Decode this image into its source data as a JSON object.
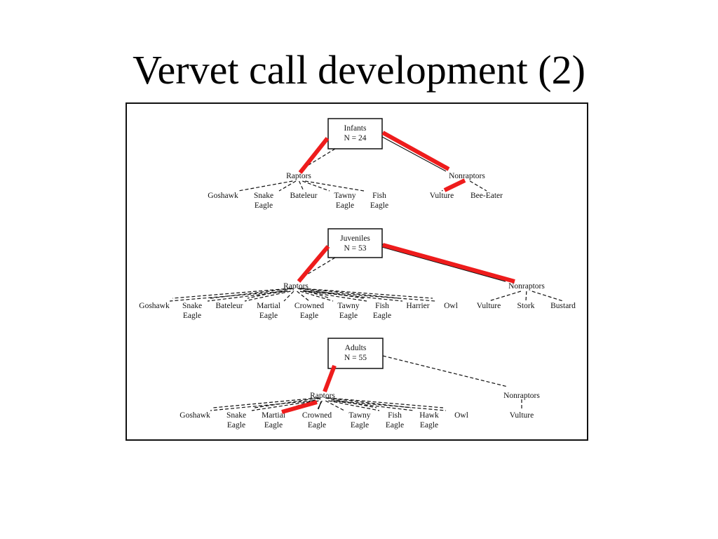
{
  "slide": {
    "title": "Vervet call development (2)"
  },
  "colors": {
    "highlight": "#ee1c1c",
    "ink": "#111111"
  },
  "panels": [
    {
      "group": [
        "Infants",
        "N = 24"
      ],
      "raptors_label": "Raptors",
      "raptors": [
        [
          "Goshawk"
        ],
        [
          "Snake",
          "Eagle"
        ],
        [
          "Bateleur"
        ],
        [
          "Tawny",
          "Eagle"
        ],
        [
          "Fish",
          "Eagle"
        ]
      ],
      "nonraptors_label": "Nonraptors",
      "nonraptors": [
        [
          "Vulture"
        ],
        [
          "Bee-Eater"
        ]
      ]
    },
    {
      "group": [
        "Juveniles",
        "N = 53"
      ],
      "raptors_label": "Raptors",
      "raptors": [
        [
          "Goshawk"
        ],
        [
          "Snake",
          "Eagle"
        ],
        [
          "Bateleur"
        ],
        [
          "Martial",
          "Eagle"
        ],
        [
          "Crowned",
          "Eagle"
        ],
        [
          "Tawny",
          "Eagle"
        ],
        [
          "Fish",
          "Eagle"
        ],
        [
          "Harrier"
        ],
        [
          "Owl"
        ]
      ],
      "nonraptors_label": "Nonraptors",
      "nonraptors": [
        [
          "Vulture"
        ],
        [
          "Stork"
        ],
        [
          "Bustard"
        ]
      ]
    },
    {
      "group": [
        "Adults",
        "N = 55"
      ],
      "raptors_label": "Raptors",
      "raptors": [
        [
          "Goshawk"
        ],
        [
          "Snake",
          "Eagle"
        ],
        [
          "Martial",
          "Eagle"
        ],
        [
          "Crowned",
          "Eagle"
        ],
        [
          "Tawny",
          "Eagle"
        ],
        [
          "Fish",
          "Eagle"
        ],
        [
          "Hawk",
          "Eagle"
        ],
        [
          "Owl"
        ]
      ],
      "nonraptors_label": "Nonraptors",
      "nonraptors": [
        [
          "Vulture"
        ]
      ]
    }
  ]
}
